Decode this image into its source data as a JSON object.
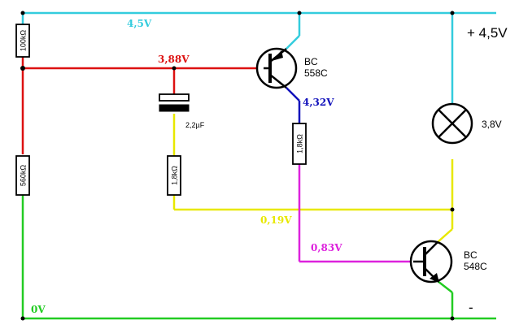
{
  "supply": {
    "plus_label": "+ 4,5V",
    "minus_label": "-"
  },
  "nets": {
    "vcc": {
      "label": "4,5V",
      "color": "#33ccdd"
    },
    "base_pnp": {
      "label": "3,88V",
      "color": "#dd1111"
    },
    "collector_pnp": {
      "label": "4,32V",
      "color": "#1111bb"
    },
    "feedback": {
      "label": "0,19V",
      "color": "#e8e800"
    },
    "base_npn": {
      "label": "0,83V",
      "color": "#dd22dd"
    },
    "ground": {
      "label": "0V",
      "color": "#22cc22"
    }
  },
  "components": {
    "r1": {
      "value": "100kΩ"
    },
    "r2": {
      "value": "560kΩ"
    },
    "r3": {
      "value": "1,8kΩ"
    },
    "r4": {
      "value": "1,8kΩ"
    },
    "cap": {
      "value": "2,2µF"
    },
    "pnp": {
      "type": "BC",
      "part": "558C"
    },
    "npn": {
      "type": "BC",
      "part": "548C"
    },
    "lamp": {
      "value": "3,8V"
    }
  }
}
